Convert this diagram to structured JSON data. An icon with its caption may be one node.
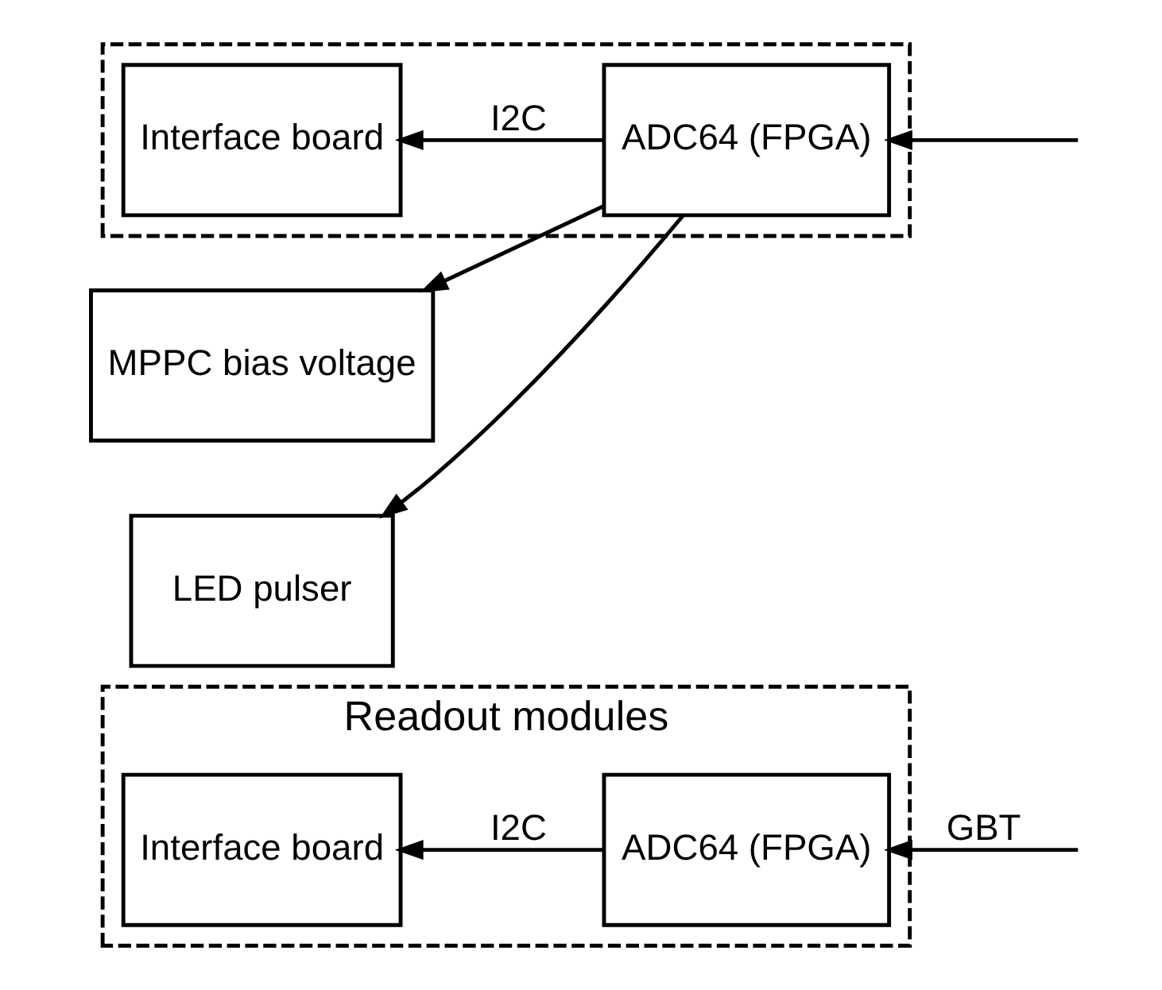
{
  "diagram": {
    "nodes": [
      {
        "text": [
          "Readout modules"
        ]
      },
      {
        "text": [
          "Interface board"
        ],
        "in": 0
      },
      {
        "text": [
          "ADC64 (FPGA)"
        ],
        "in": 0
      },
      {
        "text": [],
        "shape": "box"
      },
      {
        "text": [
          "Interface board"
        ],
        "in": 3
      },
      {
        "text": [
          "ADC64 (FPGA)"
        ],
        "in": 3
      },
      {
        "text": [
          "MPPC bias voltage"
        ]
      },
      {
        "text": [
          "LED pulser"
        ]
      }
    ],
    "edges": [
      {
        "from": 2,
        "to": 1,
        "arrow": "to",
        "label": "I2C"
      },
      {
        "from": null,
        "to": 2,
        "arrow": "to",
        "label": "GBT"
      },
      {
        "from": null,
        "to": 5,
        "arrow": "to"
      },
      {
        "from": 5,
        "to": 4,
        "arrow": "to",
        "label": "I2C"
      },
      {
        "from": 5,
        "to": 6,
        "arrow": "to"
      },
      {
        "from": 5,
        "to": 7,
        "arrow": "to"
      }
    ]
  }
}
